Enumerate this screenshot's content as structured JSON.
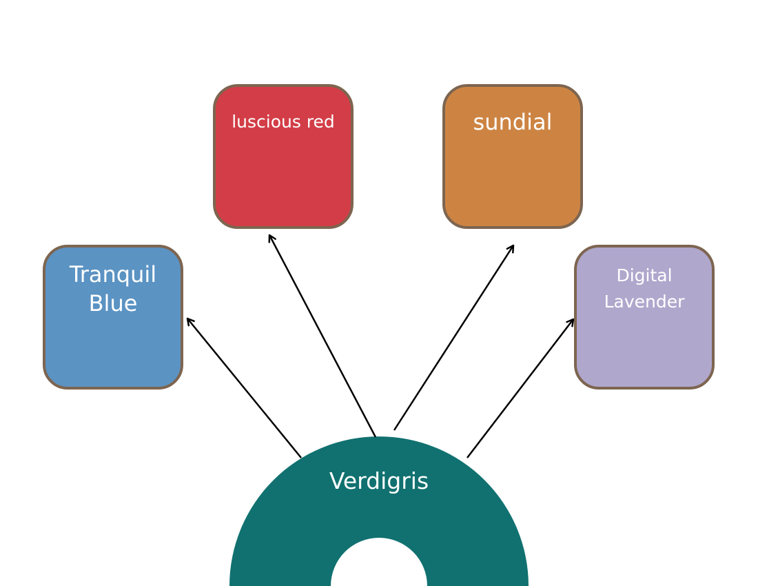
{
  "hub": {
    "label": "Verdigris",
    "color": "#107170"
  },
  "boxes": {
    "tranquil_blue": {
      "label": "Tranquil\nBlue",
      "color": "#5b93c3"
    },
    "luscious_red": {
      "label": "luscious red",
      "color": "#d33d47"
    },
    "sundial": {
      "label": "sundial",
      "color": "#cd8443"
    },
    "digital_lavender": {
      "label": "Digital\nLavender",
      "color": "#b0a7cd"
    }
  },
  "border_color": "#7d6550",
  "arrow_color": "#000000"
}
